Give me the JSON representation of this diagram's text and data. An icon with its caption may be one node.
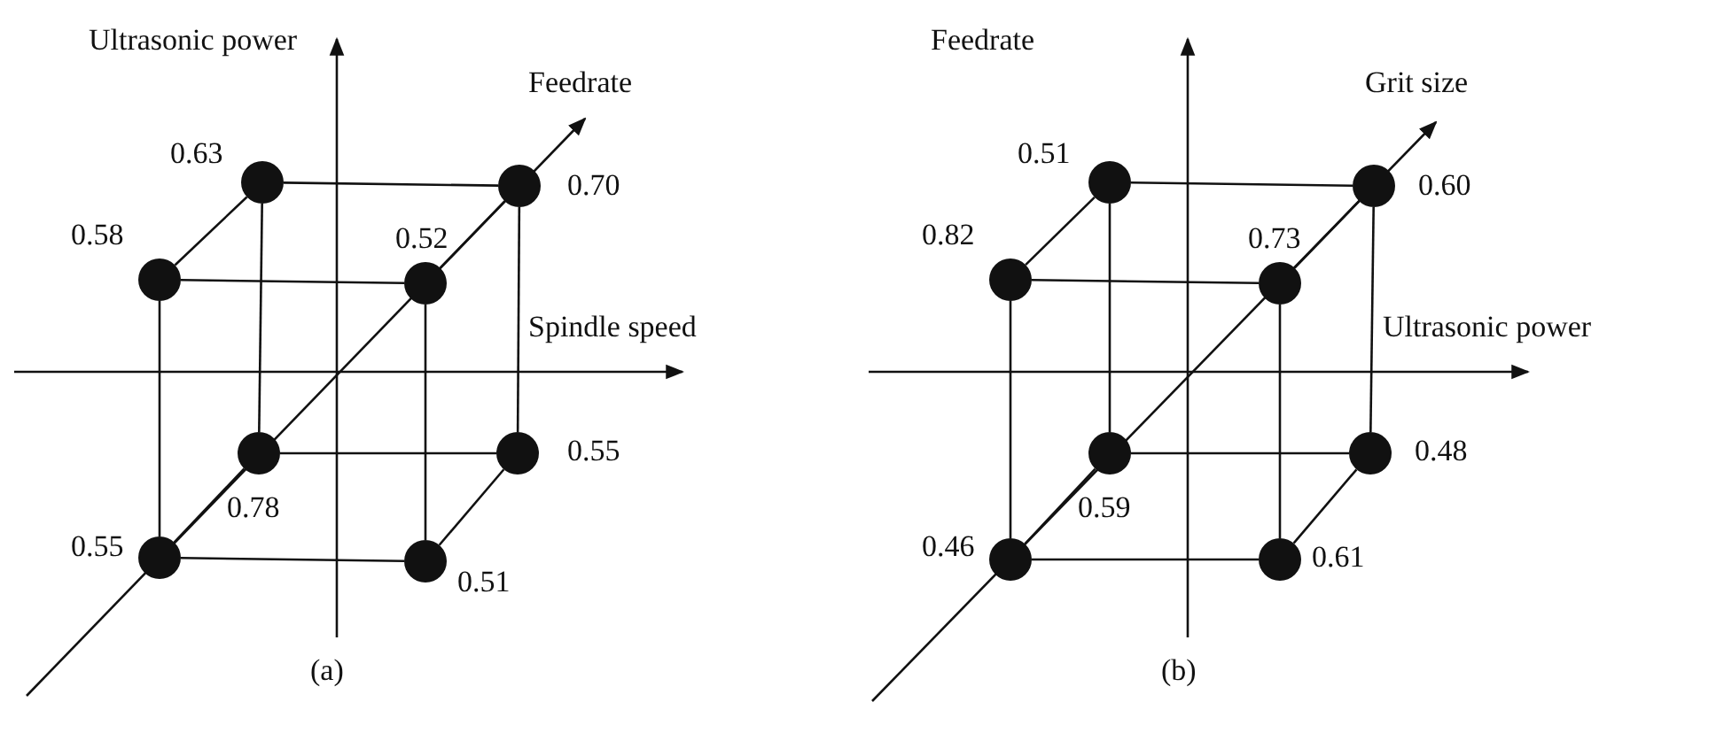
{
  "diagram": {
    "nodes": [
      {
        "text": [],
        "shape": "circle",
        "beside": [
          "0.63"
        ]
      },
      {
        "text": [],
        "shape": "circle",
        "beside": [
          "0.70"
        ]
      },
      {
        "text": [],
        "shape": "circle",
        "beside": [
          "0.58"
        ]
      },
      {
        "text": [],
        "shape": "circle",
        "beside": [
          "0.52"
        ]
      },
      {
        "text": [],
        "shape": "circle",
        "beside": [
          "0.78"
        ]
      },
      {
        "text": [],
        "shape": "circle",
        "beside": [
          "0.55"
        ]
      },
      {
        "text": [],
        "shape": "circle",
        "beside": [
          "0.55"
        ]
      },
      {
        "text": [],
        "shape": "circle",
        "beside": [
          "0.51"
        ]
      },
      {
        "text": [],
        "shape": "circle",
        "beside": [
          "0.51"
        ]
      },
      {
        "text": [],
        "shape": "circle",
        "beside": [
          "0.60"
        ]
      },
      {
        "text": [],
        "shape": "circle",
        "beside": [
          "0.82"
        ]
      },
      {
        "text": [],
        "shape": "circle",
        "beside": [
          "0.73"
        ]
      },
      {
        "text": [],
        "shape": "circle",
        "beside": [
          "0.59"
        ]
      },
      {
        "text": [],
        "shape": "circle",
        "beside": [
          "0.48"
        ]
      },
      {
        "text": [],
        "shape": "circle",
        "beside": [
          "0.46"
        ]
      },
      {
        "text": [],
        "shape": "circle",
        "beside": [
          "0.61"
        ]
      }
    ],
    "edges": [
      {
        "from": 0,
        "to": 1,
        "arrow": "none"
      },
      {
        "from": 1,
        "to": 5,
        "arrow": "none"
      },
      {
        "from": 5,
        "to": 4,
        "arrow": "none"
      },
      {
        "from": 4,
        "to": 0,
        "arrow": "none"
      },
      {
        "from": 2,
        "to": 3,
        "arrow": "none"
      },
      {
        "from": 3,
        "to": 7,
        "arrow": "none"
      },
      {
        "from": 7,
        "to": 6,
        "arrow": "none"
      },
      {
        "from": 6,
        "to": 2,
        "arrow": "none"
      },
      {
        "from": 0,
        "to": 2,
        "arrow": "none"
      },
      {
        "from": 1,
        "to": 3,
        "arrow": "none"
      },
      {
        "from": 4,
        "to": 6,
        "arrow": "none"
      },
      {
        "from": 5,
        "to": 7,
        "arrow": "none"
      },
      {
        "from": 8,
        "to": 9,
        "arrow": "none"
      },
      {
        "from": 9,
        "to": 13,
        "arrow": "none"
      },
      {
        "from": 13,
        "to": 12,
        "arrow": "none"
      },
      {
        "from": 12,
        "to": 8,
        "arrow": "none"
      },
      {
        "from": 10,
        "to": 11,
        "arrow": "none"
      },
      {
        "from": 11,
        "to": 15,
        "arrow": "none"
      },
      {
        "from": 15,
        "to": 14,
        "arrow": "none"
      },
      {
        "from": 14,
        "to": 10,
        "arrow": "none"
      },
      {
        "from": 8,
        "to": 10,
        "arrow": "none"
      },
      {
        "from": 9,
        "to": 11,
        "arrow": "none"
      },
      {
        "from": 12,
        "to": 14,
        "arrow": "none"
      },
      {
        "from": 13,
        "to": 15,
        "arrow": "none"
      }
    ],
    "labels": [
      "Ultrasonic power",
      "Feedrate",
      "Spindle speed",
      "(a)",
      "Feedrate",
      "Grit size",
      "Ultrasonic power",
      "(b)"
    ]
  }
}
